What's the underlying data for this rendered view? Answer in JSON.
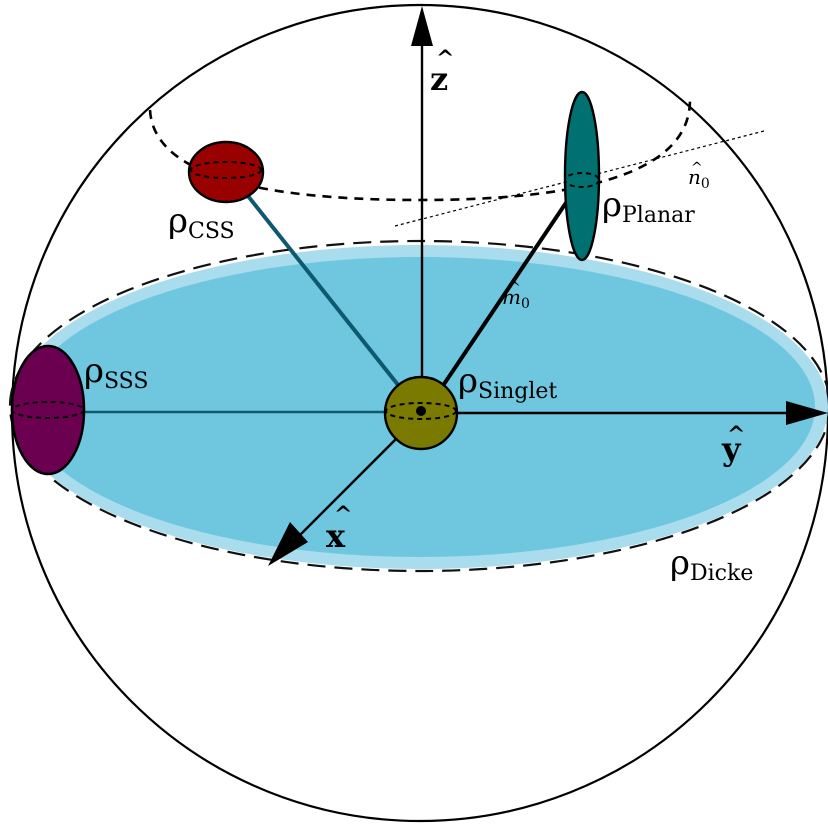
{
  "axes": {
    "z": {
      "hat": "^",
      "letter": "z"
    },
    "y": {
      "hat": "^",
      "letter": "y"
    },
    "x": {
      "hat": "^",
      "letter": "x"
    }
  },
  "labels": {
    "css": {
      "symbol": "ρ",
      "sub": "CSS"
    },
    "planar": {
      "symbol": "ρ",
      "sub": "Planar"
    },
    "sss": {
      "symbol": "ρ",
      "sub": "SSS"
    },
    "singlet": {
      "symbol": "ρ",
      "sub": "Singlet"
    },
    "dicke": {
      "symbol": "ρ",
      "sub": "Dicke"
    },
    "n0": {
      "hat": "^",
      "letter": "n",
      "sub": "0"
    },
    "m0": {
      "hat": "^",
      "letter": "m",
      "sub": "0"
    }
  },
  "colors": {
    "disk_outer": "#a9dcec",
    "disk_inner": "#6ec6df",
    "css": "#990000",
    "planar": "#007070",
    "sss": "#6b0050",
    "singlet": "#7a7a00",
    "spoke": "#0d5a70"
  }
}
